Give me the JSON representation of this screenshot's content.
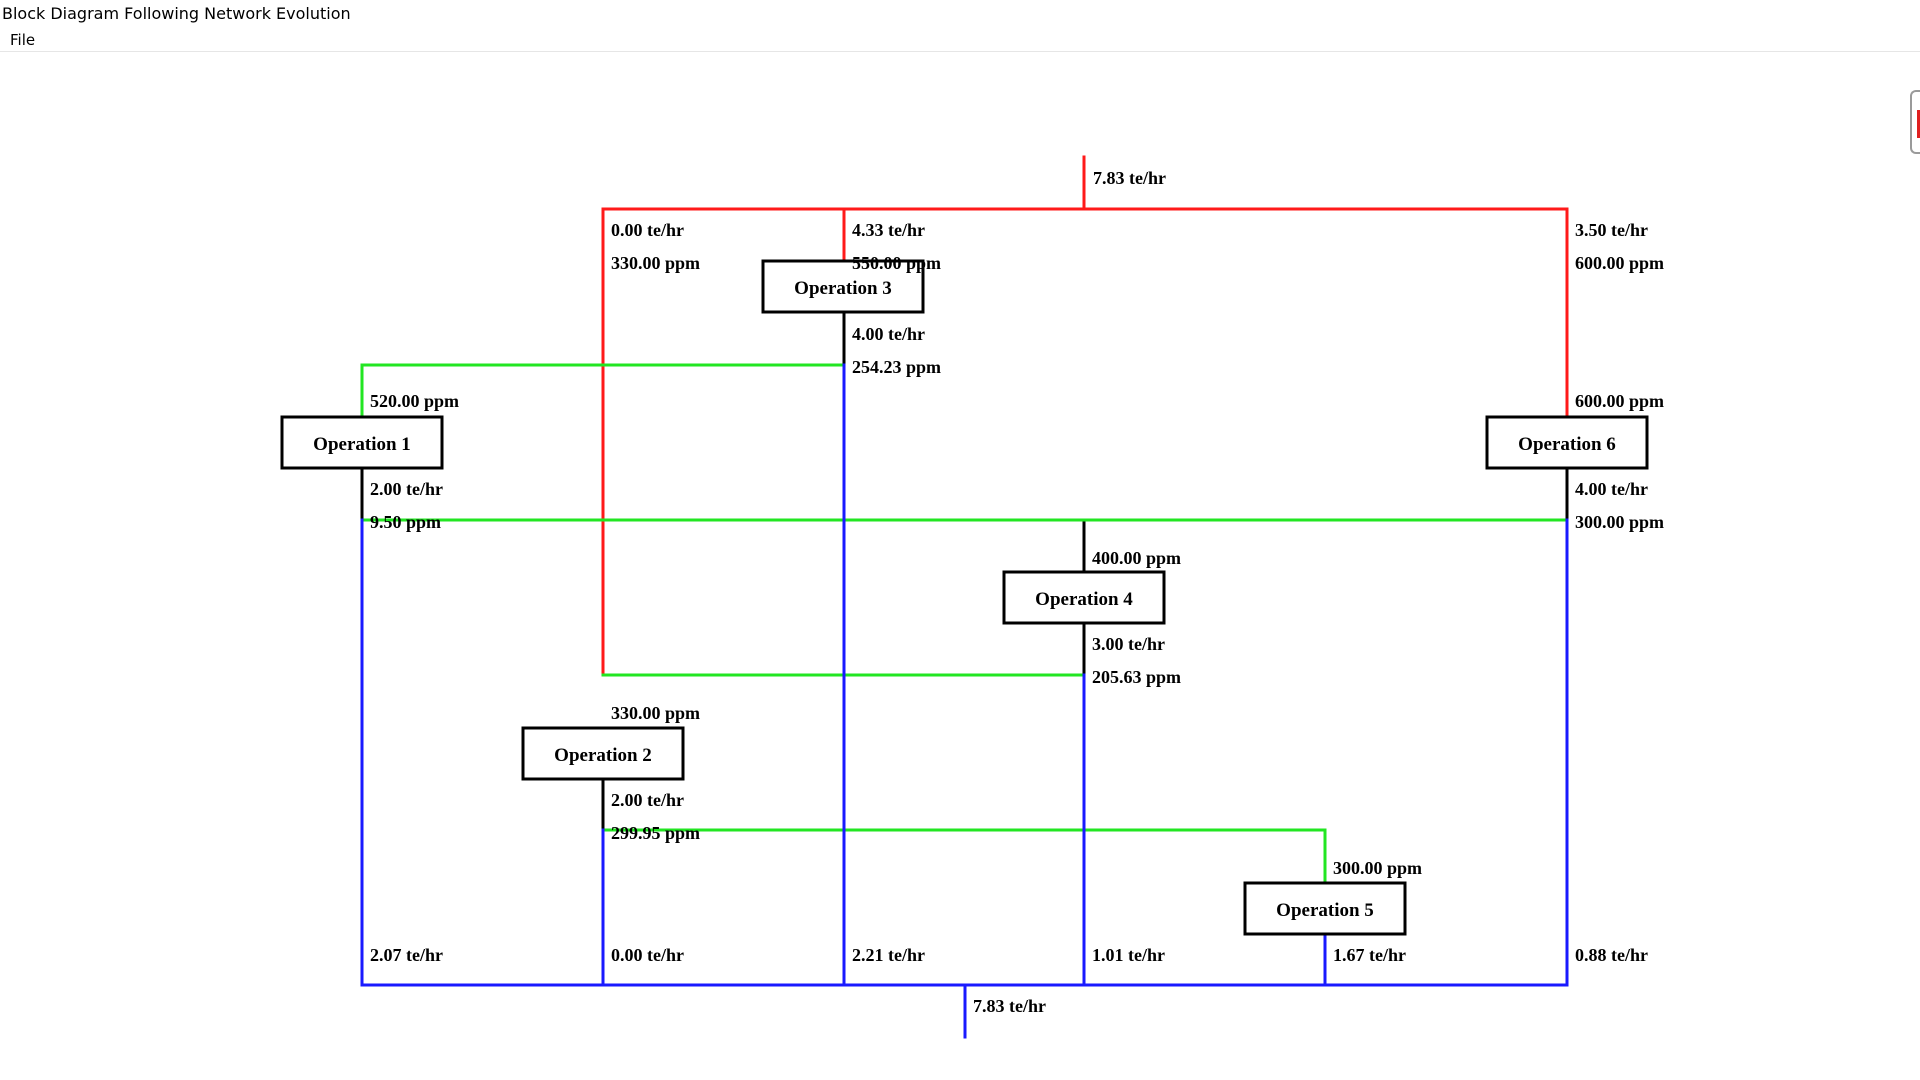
{
  "window": {
    "title": "Block Diagram Following Network Evolution"
  },
  "menu": {
    "file": "File"
  },
  "colors": {
    "fresh": "#ff1a1a",
    "reuse": "#22e622",
    "waste": "#1a1aff",
    "local": "#000000"
  },
  "diagram": {
    "operations": [
      {
        "label": "Operation 1"
      },
      {
        "label": "Operation 2"
      },
      {
        "label": "Operation 3"
      },
      {
        "label": "Operation 4"
      },
      {
        "label": "Operation 5"
      },
      {
        "label": "Operation 6"
      }
    ],
    "freshwater": {
      "source_flow": "7.83 te/hr",
      "to_op2_flow": "0.00 te/hr",
      "to_op2_conc": "330.00 ppm",
      "to_op3_flow": "4.33 te/hr",
      "to_op3_conc": "550.00 ppm",
      "to_op6_flow": "3.50 te/hr",
      "to_op6_conc": "600.00 ppm"
    },
    "op1": {
      "inlet_conc": "520.00 ppm",
      "outlet_flow": "2.00 te/hr",
      "outlet_conc": "9.50 ppm"
    },
    "op3": {
      "outlet_flow": "4.00 te/hr",
      "outlet_conc": "254.23 ppm"
    },
    "op6": {
      "inlet_conc": "600.00 ppm",
      "outlet_flow": "4.00 te/hr",
      "outlet_conc": "300.00 ppm"
    },
    "op4": {
      "inlet_conc": "400.00 ppm",
      "outlet_flow": "3.00 te/hr",
      "outlet_conc": "205.63 ppm"
    },
    "op2": {
      "inlet_conc": "330.00 ppm",
      "outlet_flow": "2.00 te/hr",
      "outlet_conc": "299.95 ppm"
    },
    "op5": {
      "inlet_conc": "300.00 ppm"
    },
    "wastewater": {
      "col1_flow": "2.07 te/hr",
      "col2_flow": "0.00 te/hr",
      "col3_flow": "2.21 te/hr",
      "col4_flow": "1.01 te/hr",
      "col5_flow": "1.67 te/hr",
      "col6_flow": "0.88 te/hr",
      "total_flow": "7.83 te/hr"
    }
  }
}
